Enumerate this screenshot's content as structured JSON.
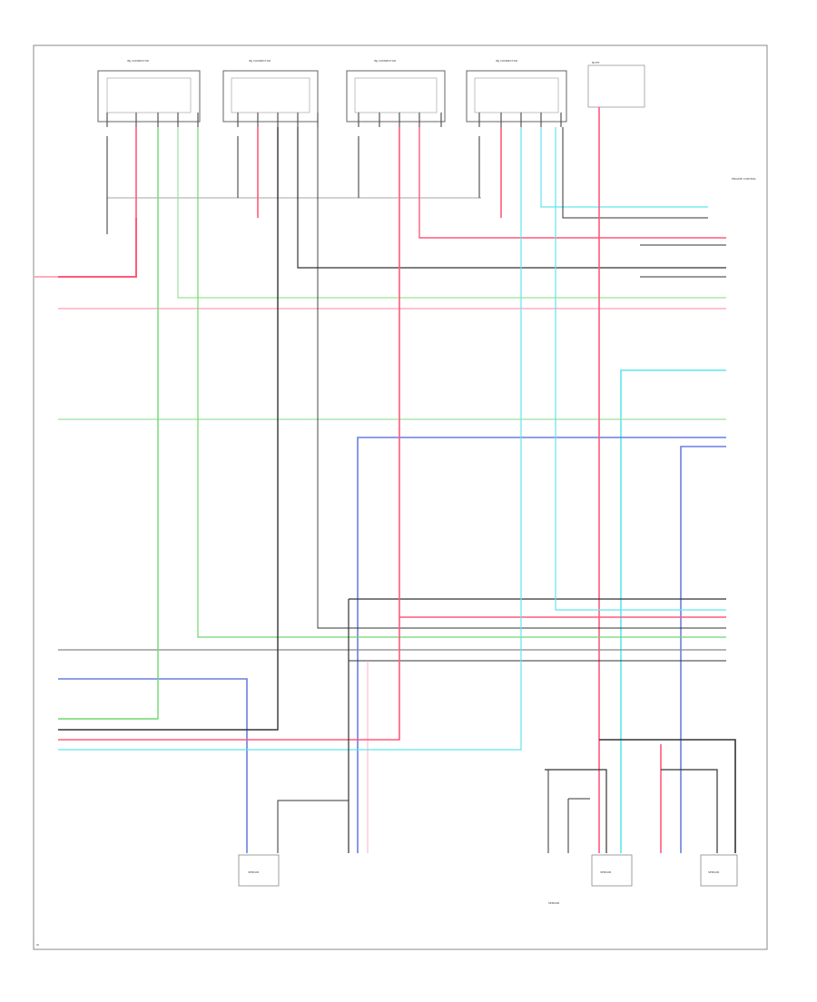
{
  "colors": {
    "black": "#333333",
    "red": "#ff5a7a",
    "pink": "#ff9fb4",
    "green": "#6fd86f",
    "light_green": "#9be39b",
    "blue": "#6a7fe0",
    "cyan": "#5fe6ee",
    "gray": "#888888",
    "frame": "#888888"
  },
  "connector_boxes": [
    {
      "label": "INJ CONNECTOR"
    },
    {
      "label": "INJ CONNECTOR"
    },
    {
      "label": "INJ CONNECTOR"
    },
    {
      "label": "INJ CONNECTOR"
    }
  ],
  "notes": {
    "top_right": "NOTE",
    "right_header": "ENGINE CONTROL"
  },
  "components": [
    {
      "label": "SENSOR"
    },
    {
      "label": "SENSOR"
    },
    {
      "label": "SENSOR"
    },
    {
      "label": "SENSOR"
    }
  ],
  "footer_code": "W"
}
